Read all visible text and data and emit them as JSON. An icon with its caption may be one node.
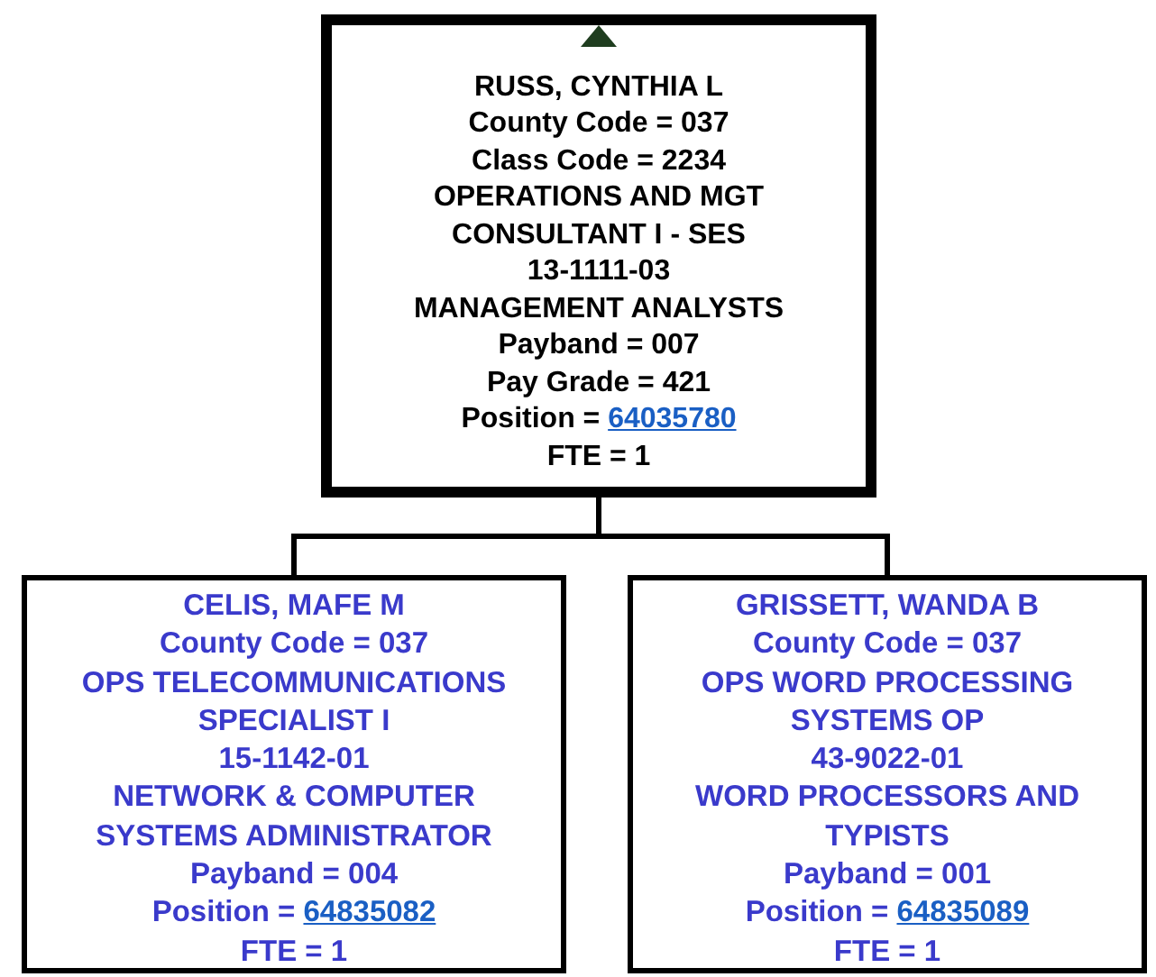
{
  "diagram": {
    "nodes": [
      {
        "text": [
          "RUSS, CYNTHIA L",
          "County Code = 037",
          "Class Code = 2234",
          "OPERATIONS AND MGT CONSULTANT I - SES",
          "13-1111-03",
          "MANAGEMENT ANALYSTS",
          "Payband = 007",
          "Pay Grade = 421",
          "Position = 64035780",
          "FTE = 1"
        ]
      },
      {
        "text": [
          "CELIS, MAFE M",
          "County Code = 037",
          "OPS TELECOMMUNICATIONS SPECIALIST I",
          "15-1142-01",
          "NETWORK & COMPUTER SYSTEMS ADMINISTRATOR",
          "Payband = 004",
          "Position = 64835082",
          "FTE = 1"
        ]
      },
      {
        "text": [
          "GRISSETT, WANDA B",
          "County Code = 037",
          "OPS WORD PROCESSING SYSTEMS OP",
          "43-9022-01",
          "WORD PROCESSORS AND TYPISTS",
          "Payband = 001",
          "Position = 64835089",
          "FTE = 1"
        ]
      }
    ],
    "edges": [
      {
        "from": 0,
        "to": 1,
        "arrow": "none"
      },
      {
        "from": 0,
        "to": 2,
        "arrow": "none"
      }
    ]
  }
}
